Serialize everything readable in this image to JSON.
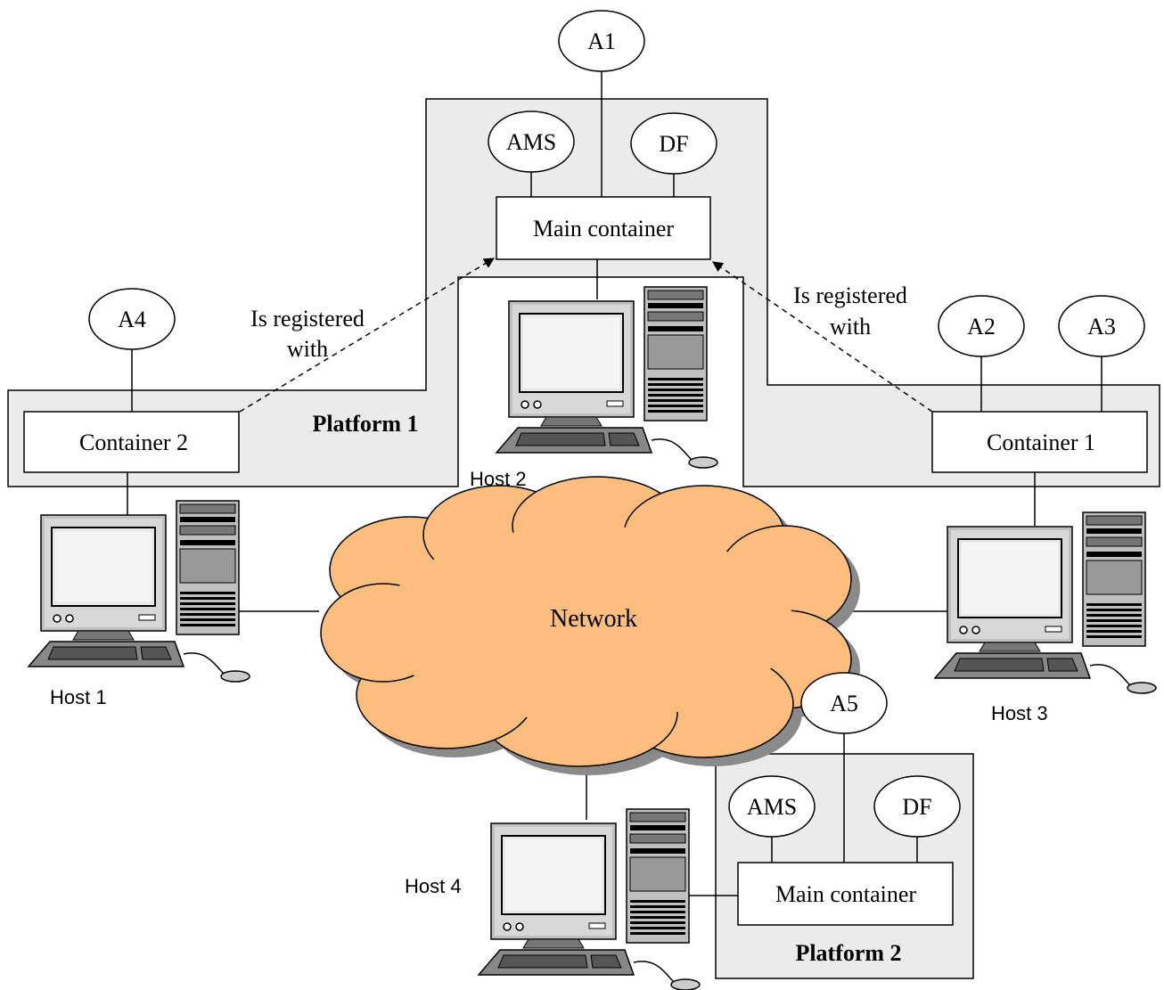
{
  "platforms": {
    "platform1": {
      "label": "Platform 1"
    },
    "platform2": {
      "label": "Platform 2"
    }
  },
  "containers": {
    "main1": "Main container",
    "container1": "Container 1",
    "container2": "Container 2",
    "main2": "Main container"
  },
  "agents": {
    "a1": "A1",
    "a2": "A2",
    "a3": "A3",
    "a4": "A4",
    "a5": "A5",
    "ams1": "AMS",
    "df1": "DF",
    "ams2": "AMS",
    "df2": "DF"
  },
  "hosts": {
    "host1": "Host 1",
    "host2": "Host 2",
    "host3": "Host 3",
    "host4": "Host 4"
  },
  "network": {
    "label": "Network"
  },
  "relations": {
    "left": {
      "line1": "Is registered",
      "line2": "with"
    },
    "right": {
      "line1": "Is registered",
      "line2": "with"
    }
  },
  "colors": {
    "platform_fill": "#ebebeb",
    "cloud_fill": "#fcbd7e",
    "cloud_shadow": "#8a8a8a",
    "box_fill": "#ffffff",
    "stroke": "#000000"
  },
  "icons": [
    "desktop-computer-icon"
  ]
}
